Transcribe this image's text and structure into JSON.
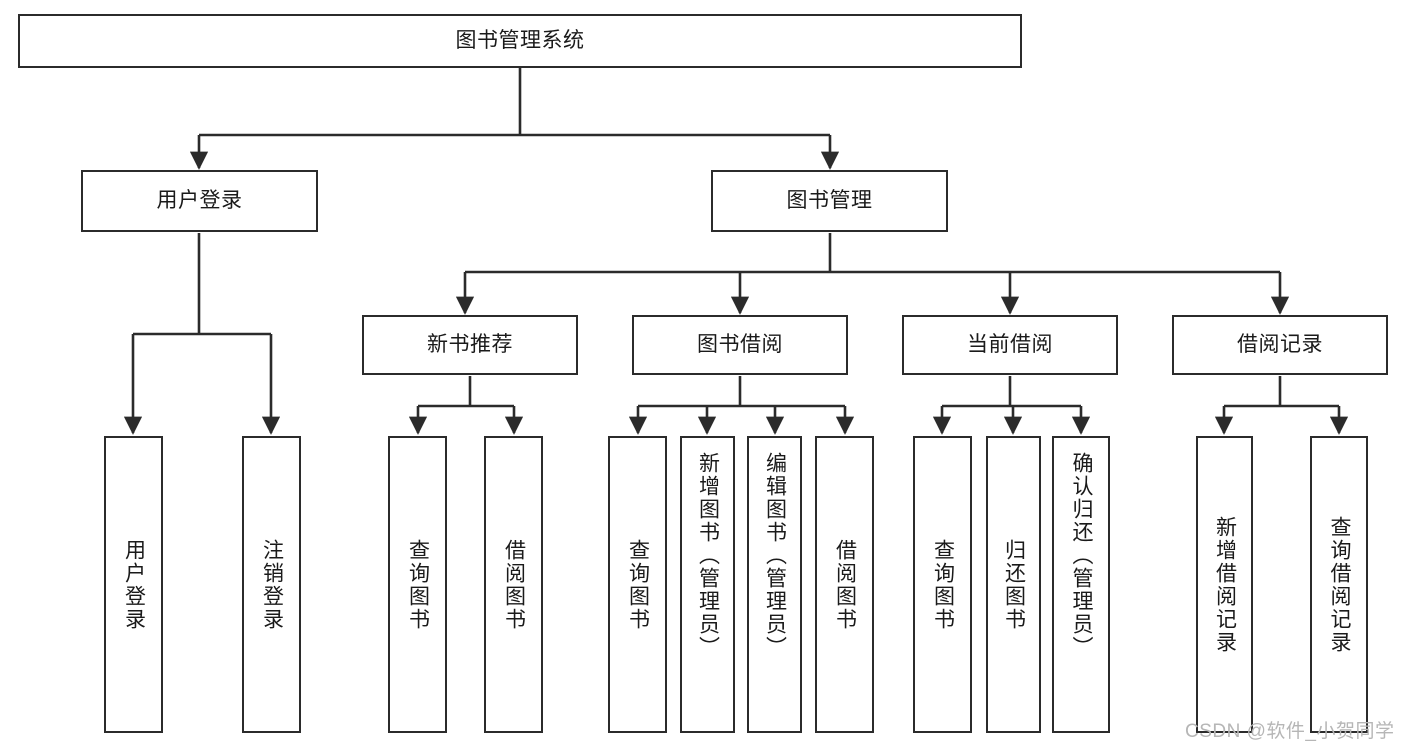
{
  "diagram": {
    "type": "tree-hierarchy",
    "title": "图书管理系统",
    "watermark": "CSDN @软件_小贺同学",
    "colors": {
      "stroke": "#2b2b2b",
      "fill": "#ffffff",
      "text": "#1a1a1a",
      "watermark": "#b6b6b6"
    },
    "nodes": {
      "root": {
        "label": "图书管理系统"
      },
      "level2": [
        {
          "label": "用户登录"
        },
        {
          "label": "图书管理"
        }
      ],
      "level3": [
        {
          "label": "新书推荐"
        },
        {
          "label": "图书借阅"
        },
        {
          "label": "当前借阅"
        },
        {
          "label": "借阅记录"
        }
      ],
      "leaves": {
        "user_login": [
          {
            "label": "用户登录"
          },
          {
            "label": "注销登录"
          }
        ],
        "new_book_recommend": [
          {
            "label": "查询图书"
          },
          {
            "label": "借阅图书"
          }
        ],
        "book_borrow": [
          {
            "label": "查询图书"
          },
          {
            "label": "新增图书（管理员）"
          },
          {
            "label": "编辑图书（管理员）"
          },
          {
            "label": "借阅图书"
          }
        ],
        "current_borrow": [
          {
            "label": "查询图书"
          },
          {
            "label": "归还图书"
          },
          {
            "label": "确认归还（管理员）"
          }
        ],
        "borrow_record": [
          {
            "label": "新增借阅记录"
          },
          {
            "label": "查询借阅记录"
          }
        ]
      }
    }
  }
}
